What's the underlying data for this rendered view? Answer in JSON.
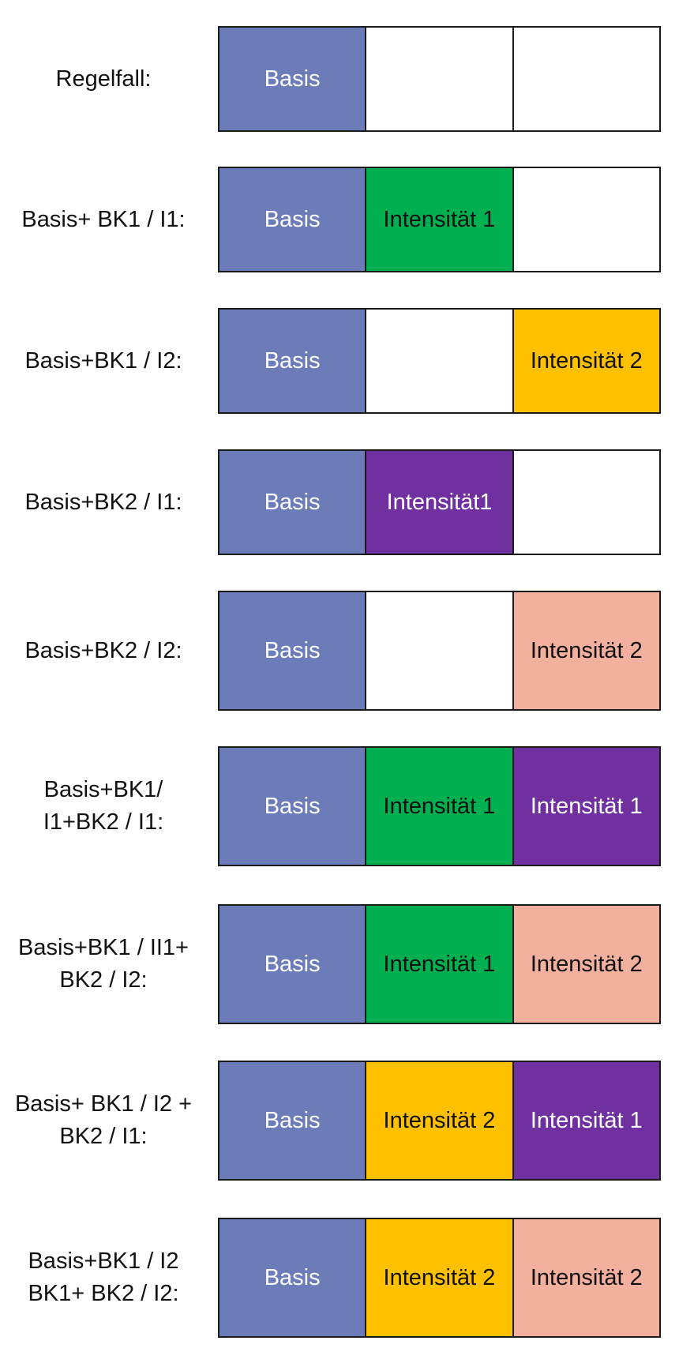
{
  "colors": {
    "basis": "#6c7cb9",
    "green": "#00b050",
    "yellow": "#ffc000",
    "purple": "#7030a0",
    "salmon": "#f4b09e",
    "empty": "#ffffff",
    "text_light": "#ffffff",
    "text_dark": "#111111"
  },
  "rows": [
    {
      "label": [
        "Regelfall:"
      ],
      "cells": [
        {
          "text": "Basis",
          "color": "basis"
        },
        {
          "text": "",
          "color": "empty"
        },
        {
          "text": "",
          "color": "empty"
        }
      ]
    },
    {
      "label": [
        "Basis+ BK1 / I1:"
      ],
      "cells": [
        {
          "text": "Basis",
          "color": "basis"
        },
        {
          "text": "Intensität 1",
          "color": "green"
        },
        {
          "text": "",
          "color": "empty"
        }
      ]
    },
    {
      "label": [
        "Basis+BK1 / I2:"
      ],
      "cells": [
        {
          "text": "Basis",
          "color": "basis"
        },
        {
          "text": "",
          "color": "empty"
        },
        {
          "text": "Intensität 2",
          "color": "yellow"
        }
      ]
    },
    {
      "label": [
        "Basis+BK2 / I1:"
      ],
      "cells": [
        {
          "text": "Basis",
          "color": "basis"
        },
        {
          "text": "Intensität1",
          "color": "purple"
        },
        {
          "text": "",
          "color": "empty"
        }
      ]
    },
    {
      "label": [
        "Basis+BK2 / I2:"
      ],
      "cells": [
        {
          "text": "Basis",
          "color": "basis"
        },
        {
          "text": "",
          "color": "empty"
        },
        {
          "text": "Intensität 2",
          "color": "salmon"
        }
      ]
    },
    {
      "label": [
        "Basis+BK1/",
        "I1+BK2 / I1:"
      ],
      "cells": [
        {
          "text": "Basis",
          "color": "basis"
        },
        {
          "text": "Intensität 1",
          "color": "green"
        },
        {
          "text": "Intensität 1",
          "color": "purple"
        }
      ]
    },
    {
      "label": [
        "Basis+BK1 / II1+",
        "BK2 / I2:"
      ],
      "cells": [
        {
          "text": "Basis",
          "color": "basis"
        },
        {
          "text": "Intensität 1",
          "color": "green"
        },
        {
          "text": "Intensität 2",
          "color": "salmon"
        }
      ]
    },
    {
      "label": [
        "Basis+ BK1 / I2 +",
        "BK2 / I1:"
      ],
      "cells": [
        {
          "text": "Basis",
          "color": "basis"
        },
        {
          "text": "Intensität 2",
          "color": "yellow"
        },
        {
          "text": "Intensität 1",
          "color": "purple"
        }
      ]
    },
    {
      "label": [
        "Basis+BK1 / I2",
        "BK1+ BK2 / I2:"
      ],
      "cells": [
        {
          "text": "Basis",
          "color": "basis"
        },
        {
          "text": "Intensität 2",
          "color": "yellow"
        },
        {
          "text": "Intensität 2",
          "color": "salmon"
        }
      ]
    }
  ]
}
